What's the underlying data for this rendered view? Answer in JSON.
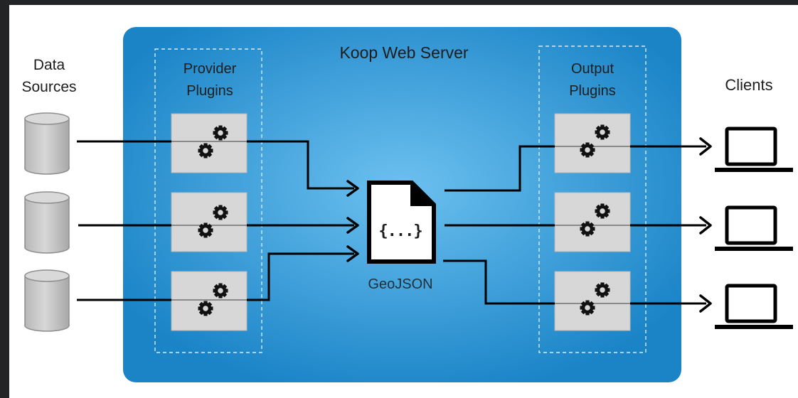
{
  "labels": {
    "server_title": "Koop Web Server",
    "data_sources": "Data\nSources",
    "provider_plugins": "Provider\nPlugins",
    "output_plugins": "Output\nPlugins",
    "clients": "Clients",
    "document_glyph": "{...}",
    "geojson": "GeoJSON"
  },
  "colors": {
    "server_fill_center": "#6cc0ef",
    "server_fill_edge": "#1a84c7",
    "plugin_box": "#d7d7d7",
    "gear": "#111111",
    "line": "#000000",
    "database": "#c9c9c9"
  },
  "icons": [
    "database-icon",
    "gear-icon",
    "document-icon",
    "laptop-icon",
    "arrow-icon"
  ]
}
